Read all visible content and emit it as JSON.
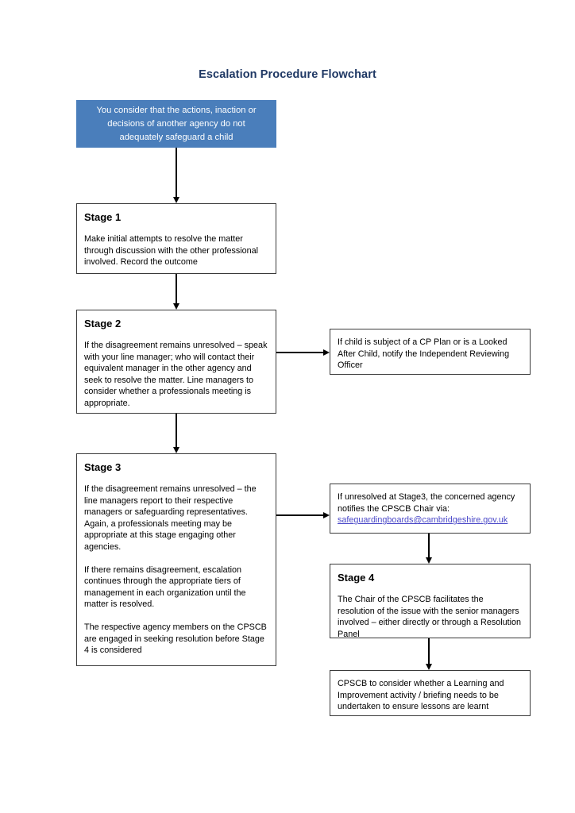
{
  "document": {
    "title": "Escalation Procedure Flowchart",
    "title_color": "#1F3864",
    "intro_box_color": "#4A7EBB",
    "link_color": "#4A48C8"
  },
  "nodes": {
    "intro": {
      "text": "You consider that the actions, inaction or decisions of another agency do not adequately safeguard a child"
    },
    "stage1": {
      "heading": "Stage 1",
      "body": "Make initial attempts to resolve the matter through discussion with the other professional involved. Record the outcome"
    },
    "stage2": {
      "heading": "Stage 2",
      "body": "If the disagreement remains unresolved – speak with your line manager; who will contact their equivalent manager in the other agency and seek to resolve the matter. Line managers to consider whether a professionals meeting is appropriate."
    },
    "cp_plan_note": {
      "body": "If child is subject of a CP Plan or is a Looked After Child, notify the Independent Reviewing Officer"
    },
    "stage3": {
      "heading": "Stage 3",
      "para1": "If the disagreement remains unresolved – the line managers report to their respective managers or safeguarding representatives. Again, a professionals meeting may be appropriate at this stage engaging other agencies.",
      "para2": "If there remains disagreement, escalation continues through the appropriate tiers of management in each organization until the matter is resolved.",
      "para3": "The respective agency members on the CPSCB are engaged in seeking resolution before Stage 4 is considered"
    },
    "cpscb_chair_note": {
      "body": "If unresolved at Stage3, the concerned agency notifies the CPSCB Chair via:",
      "email": "safeguardingboards@cambridgeshire.gov.uk"
    },
    "stage4": {
      "heading": "Stage 4",
      "body": "The Chair of the CPSCB facilitates the resolution of the issue with the senior managers involved – either directly or through a Resolution Panel"
    },
    "learning_note": {
      "body": "CPSCB to consider whether a Learning and Improvement activity / briefing needs to be undertaken to ensure lessons are learnt"
    }
  }
}
